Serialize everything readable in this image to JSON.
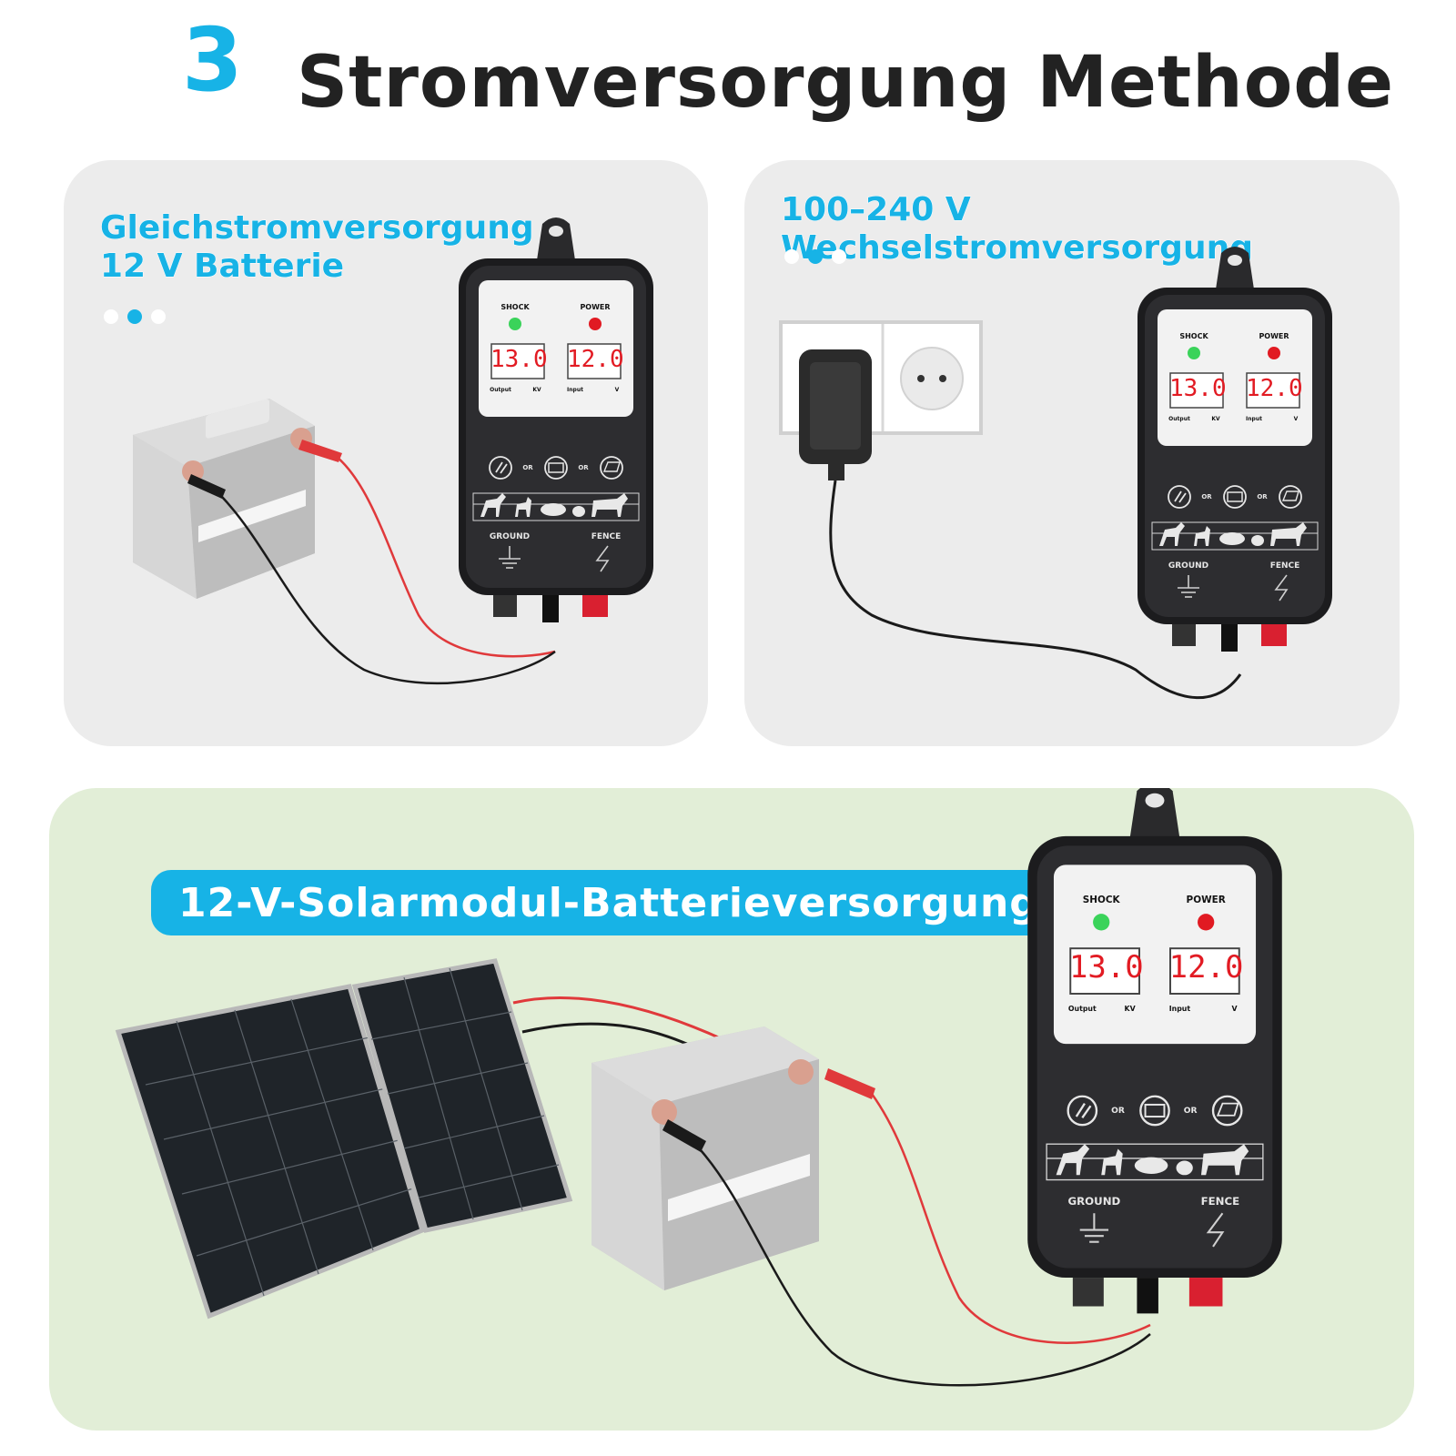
{
  "header": {
    "number": "3",
    "title": "Stromversorgung Methode"
  },
  "colors": {
    "accent": "#17b3e6",
    "text": "#222222",
    "panel_gray": "#ececec",
    "panel_green": "#e2eed7",
    "dot_inactive": "#ffffff",
    "wire_red": "#e0393b",
    "wire_black": "#1a1a1a",
    "device_body": "#2a2a2c",
    "led_green": "#3ad35a",
    "led_red": "#e11a22",
    "display_red": "#e21b23"
  },
  "panels": {
    "dc": {
      "line1": "Gleichstromversorgung",
      "line2": "12 V Batterie"
    },
    "ac": {
      "heading": "100–240 V Wechselstromversorgung"
    },
    "solar": {
      "heading": "12-V-Solarmodul-Batterieversorgung"
    }
  },
  "device": {
    "shock_label": "SHOCK",
    "power_label": "POWER",
    "output_value": "13.0",
    "input_value": "12.0",
    "output_label": "Output",
    "output_unit": "KV",
    "input_label": "Input",
    "input_unit": "V",
    "or_label": "OR",
    "ground_label": "GROUND",
    "fence_label": "FENCE",
    "source_icons": [
      "plug-icon",
      "battery-icon",
      "solar-panel-icon"
    ]
  }
}
